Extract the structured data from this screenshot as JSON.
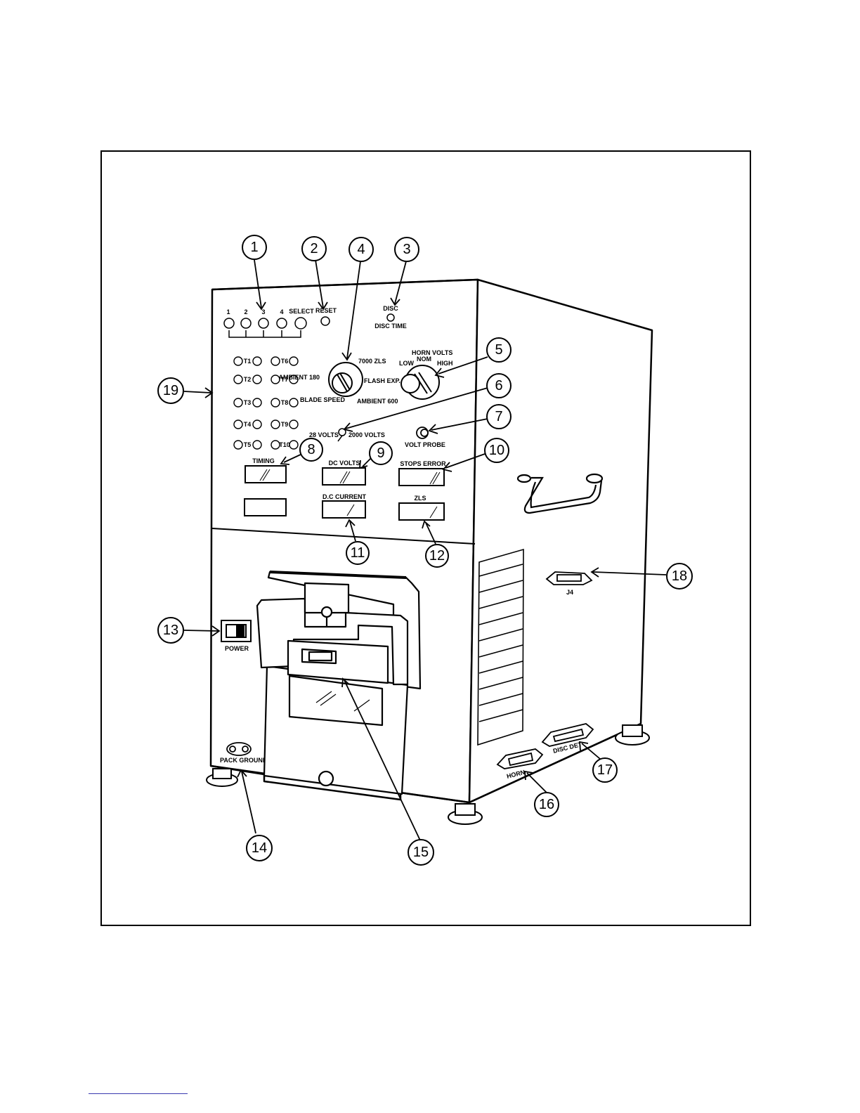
{
  "figure": {
    "switch_numbers": [
      "1",
      "2",
      "3",
      "4"
    ],
    "labels": {
      "select": "SELECT",
      "reset": "RESET",
      "disc": "DISC",
      "disc_time": "DISC TIME",
      "horn_volts": "HORN VOLTS",
      "low": "LOW",
      "nom": "NOM",
      "high": "HIGH",
      "zls_7000": "7000 ZLS",
      "ambient_180": "AMBIENT 180",
      "flash_exp": "FLASH EXP.",
      "blade_speed": "BLADE SPEED",
      "ambient_600": "AMBIENT 600",
      "volts_28": "28 VOLTS",
      "volts_2000": "2000 VOLTS",
      "volt_probe": "VOLT PROBE",
      "timing": "TIMING",
      "dc_volts": "DC VOLTS",
      "stops_error": "STOPS ERROR",
      "dc_current": "D.C CURRENT",
      "zls": "ZLS",
      "power": "POWER",
      "pack_ground": "PACK GROUND",
      "j4": "J4",
      "horn": "HORN",
      "disc_det": "DISC DET"
    },
    "test_points": {
      "left": [
        "T1",
        "T2",
        "T3",
        "T4",
        "T5"
      ],
      "right": [
        "T6",
        "T7",
        "T8",
        "T9",
        "T10"
      ]
    },
    "callouts": [
      "1",
      "2",
      "3",
      "4",
      "5",
      "6",
      "7",
      "8",
      "9",
      "10",
      "11",
      "12",
      "13",
      "14",
      "15",
      "16",
      "17",
      "18",
      "19"
    ]
  }
}
